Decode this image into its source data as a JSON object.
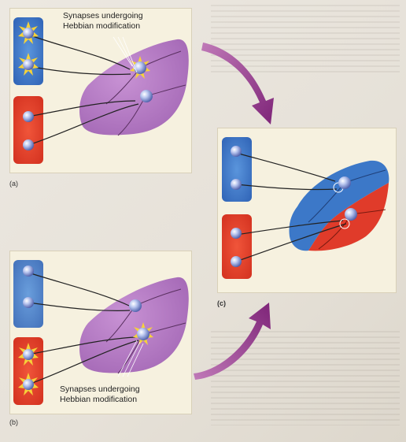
{
  "panels": {
    "a": {
      "label": "(a)",
      "annotation": [
        "Synapses undergoing",
        "Hebbian modification"
      ]
    },
    "b": {
      "label": "(b)",
      "annotation": [
        "Synapses undergoing",
        "Hebbian modification"
      ]
    },
    "c": {
      "label": "(c)"
    }
  },
  "colors": {
    "blue_group": "#3c78c8",
    "red_group": "#e03b2a",
    "cortex": "#b57ac4",
    "neuron": "#8c9fd8",
    "active_glow": "#f6d23a",
    "arrow": "#8a2f84",
    "panel_bg": "#f6f1df"
  }
}
